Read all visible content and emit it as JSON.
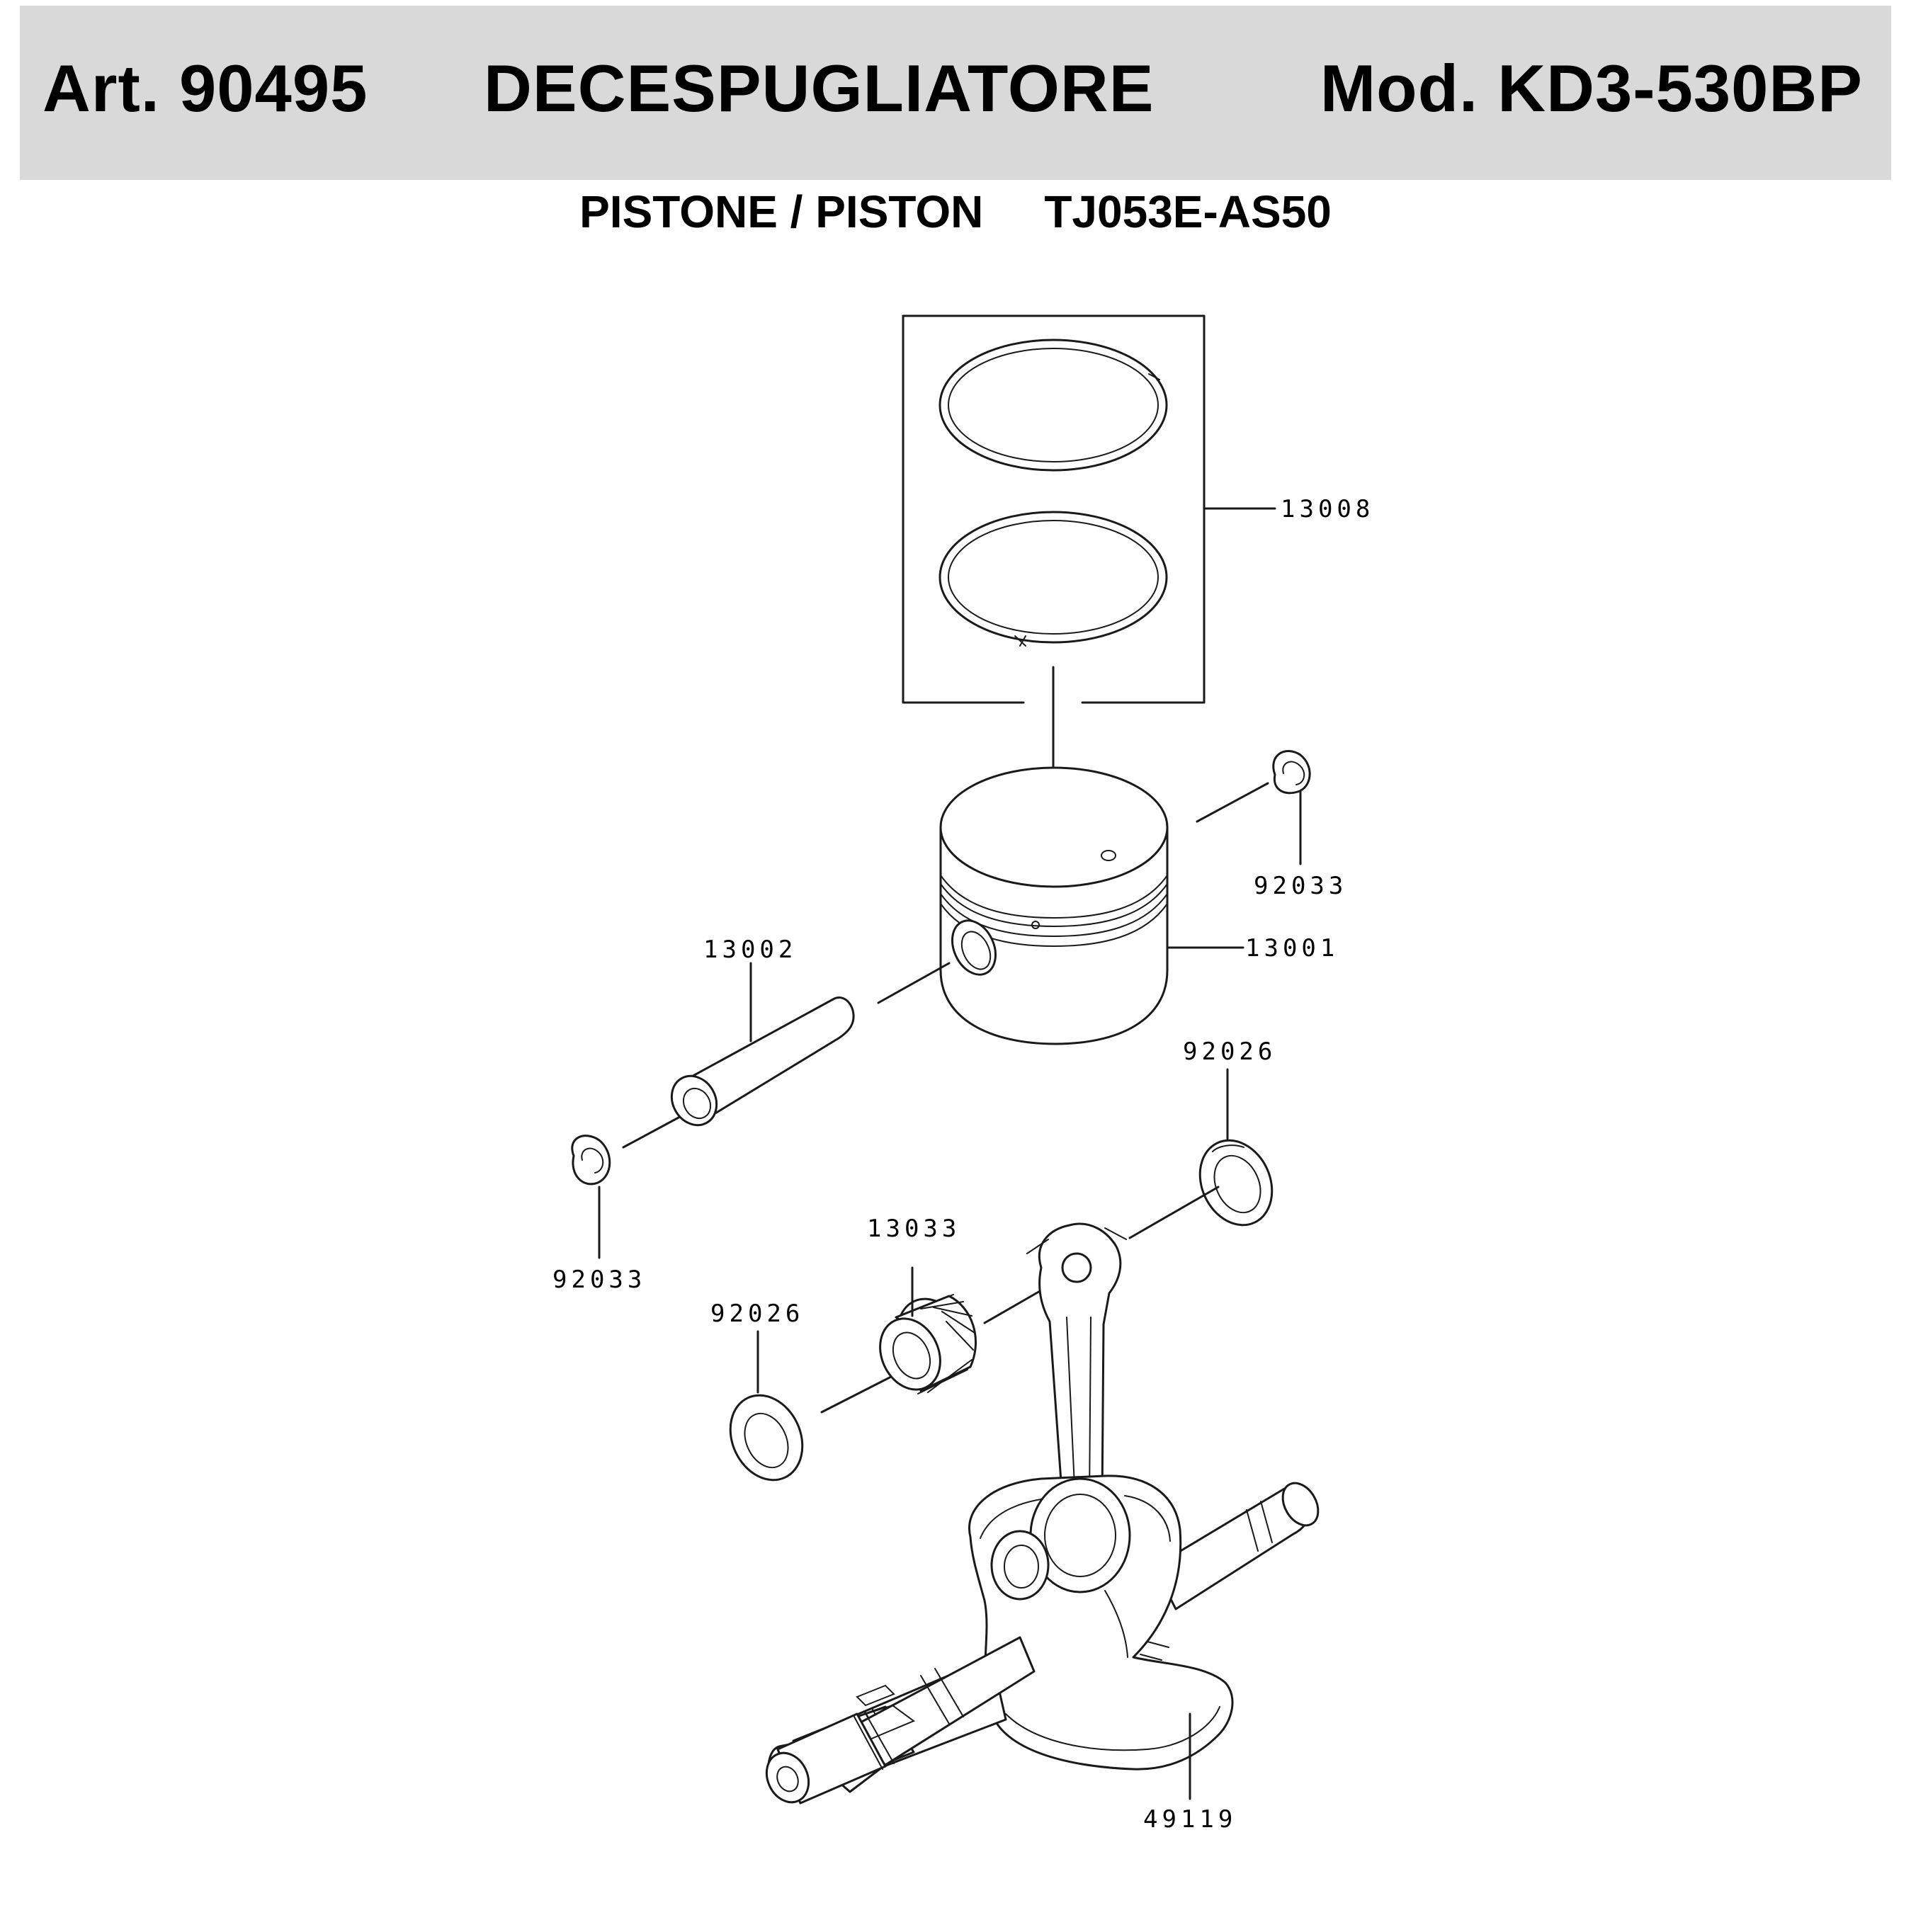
{
  "header": {
    "article": "Art. 90495",
    "product": "DECESPUGLIATORE",
    "model": "Mod. KD3-530BP",
    "background_color": "#d9d9d9"
  },
  "subtitle": {
    "section": "PISTONE / PISTON",
    "engine_code": "TJ053E-AS50"
  },
  "parts": {
    "piston_ring_set": "13008",
    "piston": "13001",
    "piston_pin": "13002",
    "circlip_right": "92033",
    "circlip_left": "92033",
    "needle_bearing": "13033",
    "thrust_washer_right": "92026",
    "thrust_washer_left": "92026",
    "crankshaft": "49119"
  }
}
